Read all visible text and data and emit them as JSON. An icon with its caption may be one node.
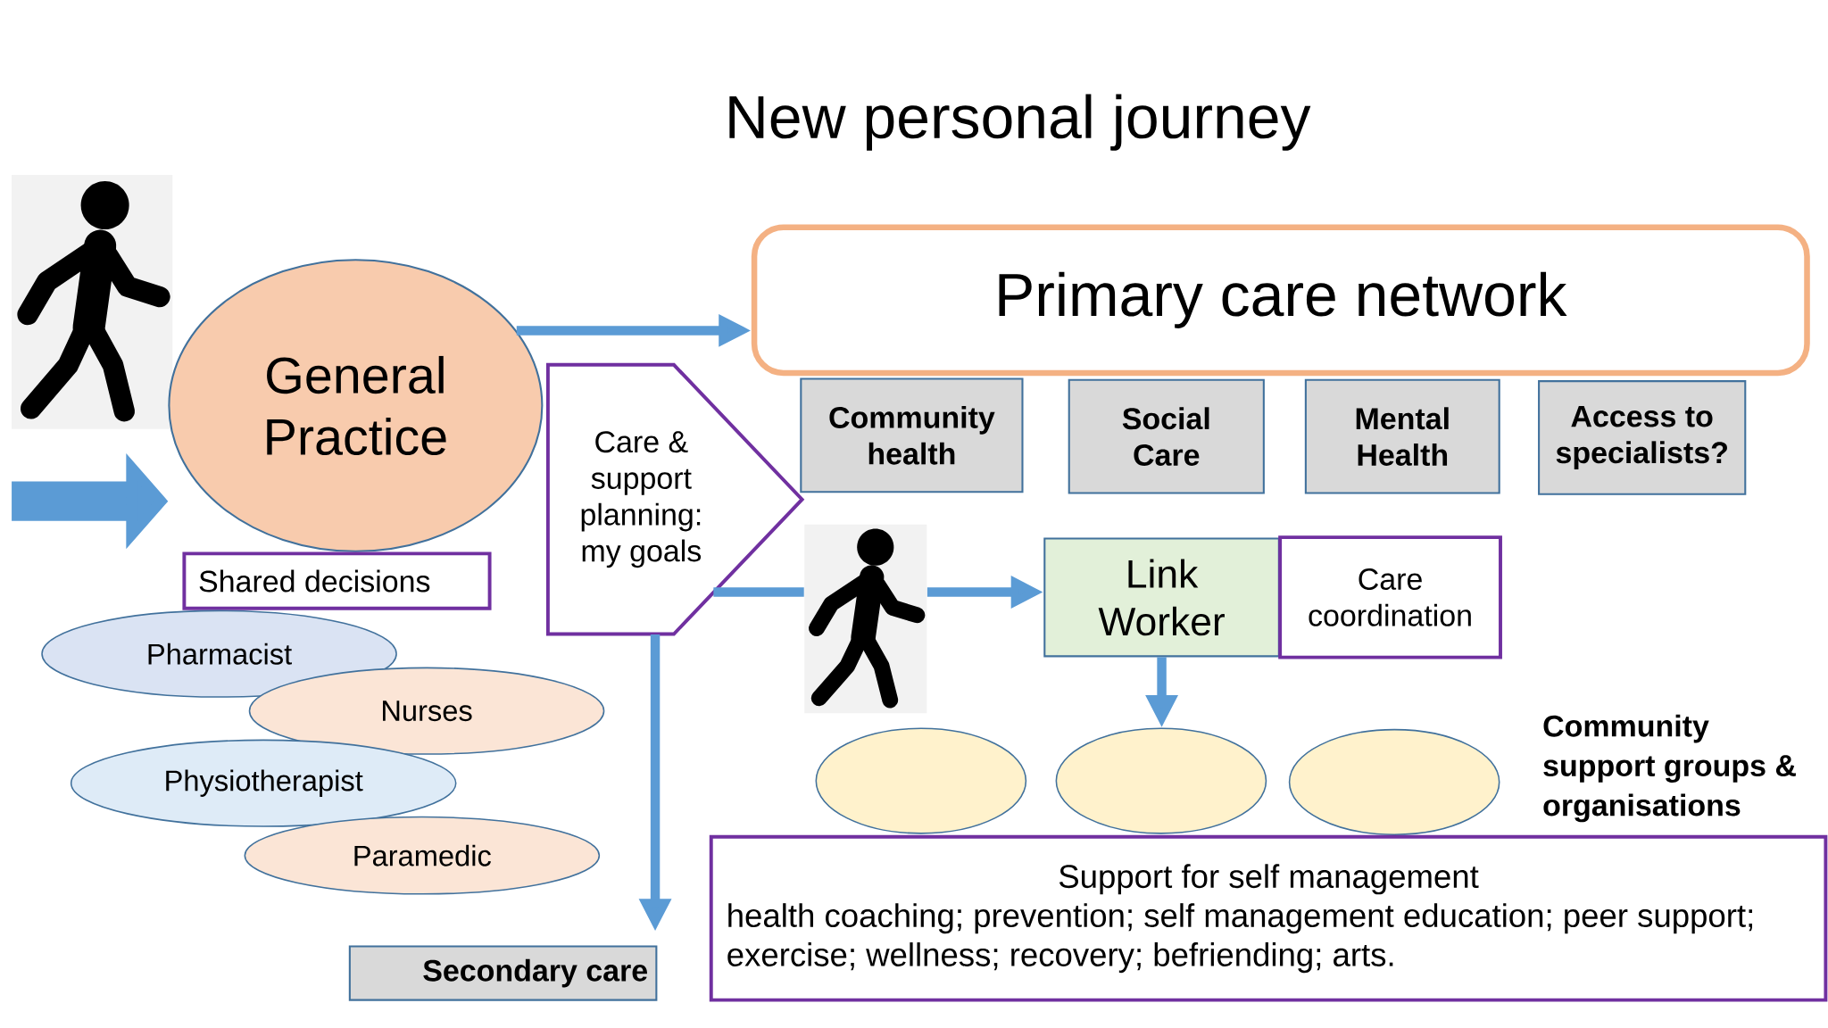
{
  "diagram": {
    "title": "New personal journey",
    "nodes": [
      {
        "text": [
          "General Practice"
        ]
      },
      {
        "text": [
          "Shared decisions"
        ]
      },
      {
        "text": [
          "Pharmacist"
        ]
      },
      {
        "text": [
          "Nurses"
        ]
      },
      {
        "text": [
          "Physiotherapist"
        ]
      },
      {
        "text": [
          "Paramedic"
        ]
      },
      {
        "text": [
          "Care & support planning: my goals"
        ]
      },
      {
        "text": [
          "Primary care network"
        ]
      },
      {
        "text": [
          "Community health"
        ]
      },
      {
        "text": [
          "Social Care"
        ]
      },
      {
        "text": [
          "Mental Health"
        ]
      },
      {
        "text": [
          "Access to specialists?"
        ]
      },
      {
        "text": [],
        "shape": "person"
      },
      {
        "text": [
          "Link Worker"
        ]
      },
      {
        "text": [
          "Care coordination"
        ]
      },
      {
        "text": [],
        "shape": "ellipse"
      },
      {
        "text": [],
        "shape": "ellipse"
      },
      {
        "text": [],
        "shape": "ellipse"
      },
      {
        "text": [
          "Support for self management",
          "health coaching; prevention; self management education; peer support; exercise; wellness; recovery; befriending; arts."
        ]
      },
      {
        "text": [
          "Secondary care"
        ]
      }
    ],
    "edges": [
      {
        "from": null,
        "to": 0,
        "arrow": "to",
        "style": "thick"
      },
      {
        "from": 0,
        "to": 7,
        "arrow": "to"
      },
      {
        "from": 6,
        "to": 12,
        "arrow": "none"
      },
      {
        "from": 12,
        "to": 13,
        "arrow": "to"
      },
      {
        "from": 13,
        "to": 16,
        "arrow": "to"
      },
      {
        "from": 6,
        "to": 19,
        "arrow": "to"
      }
    ],
    "labels": [
      "Community support groups & organisations"
    ]
  }
}
